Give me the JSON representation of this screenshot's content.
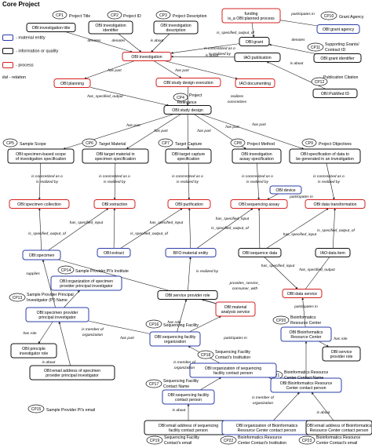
{
  "title": "Core Project",
  "legend": [
    {
      "label": "- material entity",
      "color": "#2b3ea8"
    },
    {
      "label": "- information or quality",
      "color": "#111111"
    },
    {
      "label": "- process",
      "color": "#d42020"
    },
    {
      "label": "- relation",
      "prefix": "ital"
    }
  ],
  "nodes": [
    {
      "id": "cp1",
      "lines": [
        "CP1"
      ],
      "kind": "cp"
    },
    {
      "id": "cp2",
      "lines": [
        "CP2"
      ],
      "kind": "cp"
    },
    {
      "id": "cp3",
      "lines": [
        "CP3"
      ],
      "kind": "cp"
    },
    {
      "id": "cp4",
      "lines": [
        "CP4"
      ],
      "kind": "cp"
    },
    {
      "id": "cp5",
      "lines": [
        "CP5"
      ],
      "kind": "cp"
    },
    {
      "id": "cp6",
      "lines": [
        "CP6"
      ],
      "kind": "cp"
    },
    {
      "id": "cp7",
      "lines": [
        "CP7"
      ],
      "kind": "cp"
    },
    {
      "id": "cp8",
      "lines": [
        "CP8"
      ],
      "kind": "cp"
    },
    {
      "id": "cp9",
      "lines": [
        "CP9"
      ],
      "kind": "cp"
    },
    {
      "id": "cp10",
      "lines": [
        "CP10"
      ],
      "kind": "cp"
    },
    {
      "id": "cp11",
      "lines": [
        "CP11"
      ],
      "kind": "cp"
    },
    {
      "id": "cp12",
      "lines": [
        "CP12"
      ],
      "kind": "cp"
    },
    {
      "id": "cp13",
      "lines": [
        "CP13"
      ],
      "kind": "cp"
    },
    {
      "id": "cp14",
      "lines": [
        "CP14"
      ],
      "kind": "cp"
    },
    {
      "id": "cp15",
      "lines": [
        "CP15"
      ],
      "kind": "cp"
    },
    {
      "id": "cp16",
      "lines": [
        "CP16"
      ],
      "kind": "cp"
    },
    {
      "id": "cp17",
      "lines": [
        "CP17"
      ],
      "kind": "cp"
    },
    {
      "id": "cp18",
      "lines": [
        "CP18"
      ],
      "kind": "cp"
    },
    {
      "id": "cp19",
      "lines": [
        "CP19"
      ],
      "kind": "cp"
    },
    {
      "id": "cp20",
      "lines": [
        "CP20"
      ],
      "kind": "cp"
    },
    {
      "id": "cp21",
      "lines": [
        "CP21"
      ],
      "kind": "cp"
    },
    {
      "id": "cp22",
      "lines": [
        "CP22"
      ],
      "kind": "cp"
    },
    {
      "id": "cp23",
      "lines": [
        "CP23"
      ],
      "kind": "cp"
    },
    {
      "id": "inv_title",
      "lines": [
        "OBI:investigation title"
      ],
      "kind": "info"
    },
    {
      "id": "inv_id",
      "lines": [
        "OBI:investigation",
        "identifier"
      ],
      "kind": "info"
    },
    {
      "id": "inv_desc",
      "lines": [
        "OBI:investigation",
        "description"
      ],
      "kind": "info"
    },
    {
      "id": "funding",
      "lines": [
        "funding",
        "is_a OBI:planned process"
      ],
      "kind": "process"
    },
    {
      "id": "grant_agency",
      "lines": [
        "OBI:grant agency"
      ],
      "kind": "material"
    },
    {
      "id": "grant",
      "lines": [
        "OBI:grant"
      ],
      "kind": "info"
    },
    {
      "id": "grant_id",
      "lines": [
        "OBI:grant identifier"
      ],
      "kind": "info"
    },
    {
      "id": "investigation",
      "lines": [
        "OBI:investigation"
      ],
      "kind": "process"
    },
    {
      "id": "publication",
      "lines": [
        "IAO:publication"
      ],
      "kind": "info"
    },
    {
      "id": "planning",
      "lines": [
        "OBI:planning"
      ],
      "kind": "process"
    },
    {
      "id": "study_exec",
      "lines": [
        "OBI:study design execution"
      ],
      "kind": "process"
    },
    {
      "id": "documenting",
      "lines": [
        "IAO:documenting"
      ],
      "kind": "process"
    },
    {
      "id": "pubmed",
      "lines": [
        "OBI:PubMed ID"
      ],
      "kind": "info"
    },
    {
      "id": "study_design",
      "lines": [
        "OBI:study design"
      ],
      "kind": "info"
    },
    {
      "id": "spec_based",
      "lines": [
        "OBI:specimen-based scope",
        "of investigation specification"
      ],
      "kind": "info"
    },
    {
      "id": "target_spec",
      "lines": [
        "OBI:target material in",
        "specimen specification"
      ],
      "kind": "info"
    },
    {
      "id": "capture_spec",
      "lines": [
        "OBI:target capture",
        "specification"
      ],
      "kind": "info"
    },
    {
      "id": "assay_spec",
      "lines": [
        "OBI:investigation",
        "assay specification"
      ],
      "kind": "info"
    },
    {
      "id": "data_spec",
      "lines": [
        "OBI:specification of data to",
        "be generated in an investigation"
      ],
      "kind": "info"
    },
    {
      "id": "device",
      "lines": [
        "OBI:device"
      ],
      "kind": "material"
    },
    {
      "id": "spec_collection",
      "lines": [
        "OBI:specimen collection"
      ],
      "kind": "process"
    },
    {
      "id": "extraction",
      "lines": [
        "OBI:extraction"
      ],
      "kind": "process"
    },
    {
      "id": "purification",
      "lines": [
        "OBI:purification"
      ],
      "kind": "process"
    },
    {
      "id": "seq_assay",
      "lines": [
        "OBI:sequencing assay"
      ],
      "kind": "process"
    },
    {
      "id": "data_transform",
      "lines": [
        "OBI:data transformation"
      ],
      "kind": "process"
    },
    {
      "id": "specimen",
      "lines": [
        "OBI:specimen"
      ],
      "kind": "material"
    },
    {
      "id": "extract",
      "lines": [
        "OBI:extract"
      ],
      "kind": "material"
    },
    {
      "id": "bfo_material",
      "lines": [
        "BFO:material entity"
      ],
      "kind": "material"
    },
    {
      "id": "seq_data",
      "lines": [
        "OBI:sequence data"
      ],
      "kind": "info"
    },
    {
      "id": "iao_data",
      "lines": [
        "IAO:data item"
      ],
      "kind": "info"
    },
    {
      "id": "prov_inst",
      "lines": [
        "OBI:organization of specimen",
        "provider principal investigator"
      ],
      "kind": "material"
    },
    {
      "id": "service_role",
      "lines": [
        "OBI:service provider role"
      ],
      "kind": "info"
    },
    {
      "id": "mat_service",
      "lines": [
        "OBI:material",
        "analysis service"
      ],
      "kind": "process"
    },
    {
      "id": "data_service",
      "lines": [
        "OBI:data service"
      ],
      "kind": "process"
    },
    {
      "id": "prov_pi",
      "lines": [
        "OBI:specimen provider",
        "principal investigator"
      ],
      "kind": "material"
    },
    {
      "id": "pi_role",
      "lines": [
        "OBI:principle",
        "investigator role"
      ],
      "kind": "info"
    },
    {
      "id": "seq_facility",
      "lines": [
        "OBI:sequencing facility",
        "organization"
      ],
      "kind": "material"
    },
    {
      "id": "bioinf_org",
      "lines": [
        "OBI:Bioinformatics",
        "Resource Center"
      ],
      "kind": "material"
    },
    {
      "id": "sp_role2",
      "lines": [
        "OBI:service",
        "provider role"
      ],
      "kind": "info"
    },
    {
      "id": "pi_email",
      "lines": [
        "OBI:email address of specimen",
        "provider principal investigator"
      ],
      "kind": "info"
    },
    {
      "id": "org_seq_contact",
      "lines": [
        "OBI:organization of sequencing",
        "facility contact person"
      ],
      "kind": "material"
    },
    {
      "id": "bioinf_contact",
      "lines": [
        "OBI:Bioinformatics Resource",
        "Center contact person"
      ],
      "kind": "material"
    },
    {
      "id": "seq_contact",
      "lines": [
        "OBI:sequencing facility",
        "contact person"
      ],
      "kind": "material"
    },
    {
      "id": "email_seq",
      "lines": [
        "OBI:email address of sequencing",
        "facility contact person"
      ],
      "kind": "info"
    },
    {
      "id": "org_bioinf_contact",
      "lines": [
        "OBI:organization of Bioinformatics",
        "Resource Center contact person"
      ],
      "kind": "material"
    },
    {
      "id": "email_bioinf",
      "lines": [
        "OBI:email address of Bioinformatics",
        "Resource Center contact person"
      ],
      "kind": "info"
    }
  ],
  "labels": [
    {
      "id": "l_project_title",
      "text": "Project Title",
      "kind": "cp"
    },
    {
      "id": "l_project_id",
      "text": "Project ID",
      "kind": "cp"
    },
    {
      "id": "l_project_desc",
      "text": "Project Description",
      "kind": "cp"
    },
    {
      "id": "l_grant_agency",
      "text": "Grant Agency",
      "kind": "cp"
    },
    {
      "id": "l_supporting",
      "text": "Supporting Grants/",
      "kind": "cp"
    },
    {
      "id": "l_contract",
      "text": "Contract ID",
      "kind": "cp"
    },
    {
      "id": "l_pub_citation",
      "text": "Publication Citation",
      "kind": "cp"
    },
    {
      "id": "l_project",
      "text": "Project",
      "kind": "cp"
    },
    {
      "id": "l_relevance",
      "text": "Relevance",
      "kind": "cp"
    },
    {
      "id": "l_sample_scope",
      "text": "Sample Scope",
      "kind": "cp"
    },
    {
      "id": "l_target_material",
      "text": "Target Material",
      "kind": "cp"
    },
    {
      "id": "l_target_capture",
      "text": "Target Capture",
      "kind": "cp"
    },
    {
      "id": "l_project_method",
      "text": "Project Method",
      "kind": "cp"
    },
    {
      "id": "l_project_objectives",
      "text": "Project Objectives",
      "kind": "cp"
    },
    {
      "id": "l_sp_pi_inst",
      "text": "Sample Provider PI's Institute",
      "kind": "cp"
    },
    {
      "id": "l_sp_pi1",
      "text": "Sample Provider Principal",
      "kind": "cp"
    },
    {
      "id": "l_sp_pi2",
      "text": "Investigator (PI) Name",
      "kind": "cp"
    },
    {
      "id": "l_sp_email",
      "text": "Sample Provider PI's email",
      "kind": "cp"
    },
    {
      "id": "l_seq_fac",
      "text": "Sequencing Facility",
      "kind": "cp"
    },
    {
      "id": "l_seq_fac_c1",
      "text": "Sequencing Facility",
      "kind": "cp"
    },
    {
      "id": "l_seq_fac_c2",
      "text": "Contact's Institution",
      "kind": "cp"
    },
    {
      "id": "l_seq_fac_n1",
      "text": "Sequencing Facility",
      "kind": "cp"
    },
    {
      "id": "l_seq_fac_n2",
      "text": "Contact Name",
      "kind": "cp"
    },
    {
      "id": "l_seq_fac_e1",
      "text": "Sequencing Facility",
      "kind": "cp"
    },
    {
      "id": "l_seq_fac_e2",
      "text": "Contact's email",
      "kind": "cp"
    },
    {
      "id": "l_bioinf1",
      "text": "Bioinformatics",
      "kind": "cp"
    },
    {
      "id": "l_bioinf2",
      "text": "Resource Center",
      "kind": "cp"
    },
    {
      "id": "l_brc_contact1",
      "text": "Bioinformatics Resource",
      "kind": "cp"
    },
    {
      "id": "l_brc_contact2",
      "text": "Center Contact Name",
      "kind": "cp"
    },
    {
      "id": "l_brc_inst1",
      "text": "Bioinformatics Resource",
      "kind": "cp"
    },
    {
      "id": "l_brc_inst2",
      "text": "Center Contact's Institution",
      "kind": "cp"
    },
    {
      "id": "l_brc_email1",
      "text": "Bioinformatics Resource",
      "kind": "cp"
    },
    {
      "id": "l_brc_email2",
      "text": "Center Contact's email",
      "kind": "cp"
    },
    {
      "id": "r_denotes1",
      "text": "denotes",
      "kind": "rel"
    },
    {
      "id": "r_denotes2",
      "text": "denotes",
      "kind": "rel"
    },
    {
      "id": "r_is_about1",
      "text": "is about",
      "kind": "rel"
    },
    {
      "id": "r_participates1",
      "text": "participates in",
      "kind": "rel"
    },
    {
      "id": "r_iso_out1",
      "text": "is_specified_output_of",
      "kind": "rel"
    },
    {
      "id": "r_concr1a",
      "text": "is concretized as o",
      "kind": "rel"
    },
    {
      "id": "r_concr1b",
      "text": "is realized by",
      "kind": "rel"
    },
    {
      "id": "r_denotes3",
      "text": "denotes",
      "kind": "rel"
    },
    {
      "id": "r_is_about2",
      "text": "is about",
      "kind": "rel"
    },
    {
      "id": "r_is_about3",
      "text": "is about",
      "kind": "rel"
    },
    {
      "id": "r_has_part1",
      "text": "has part",
      "kind": "rel"
    },
    {
      "id": "r_has_part2",
      "text": "has part",
      "kind": "rel"
    },
    {
      "id": "r_has_out1",
      "text": "has_specified_output",
      "kind": "rel"
    },
    {
      "id": "r_realizes1",
      "text": "realizes",
      "kind": "rel"
    },
    {
      "id": "r_realizes2",
      "text": "concretizes",
      "kind": "rel"
    },
    {
      "id": "r_hp3",
      "text": "has part",
      "kind": "rel"
    },
    {
      "id": "r_hp4",
      "text": "has part",
      "kind": "rel"
    },
    {
      "id": "r_hp5",
      "text": "has part",
      "kind": "rel"
    },
    {
      "id": "r_hp6",
      "text": "has part",
      "kind": "rel"
    },
    {
      "id": "r_hp7",
      "text": "has part",
      "kind": "rel"
    },
    {
      "id": "r_c2a",
      "text": "is concretized as o",
      "kind": "rel"
    },
    {
      "id": "r_c2b",
      "text": "is realized by",
      "kind": "rel"
    },
    {
      "id": "r_c3a",
      "text": "is concretized as o",
      "kind": "rel"
    },
    {
      "id": "r_c3b",
      "text": "is realized by",
      "kind": "rel"
    },
    {
      "id": "r_c4a",
      "text": "is concretized as o",
      "kind": "rel"
    },
    {
      "id": "r_c4b",
      "text": "is realized by",
      "kind": "rel"
    },
    {
      "id": "r_c5a",
      "text": "is concretized as o",
      "kind": "rel"
    },
    {
      "id": "r_c5b",
      "text": "is realized by",
      "kind": "rel"
    },
    {
      "id": "r_c6a",
      "text": "is concretized as o",
      "kind": "rel"
    },
    {
      "id": "r_c6b",
      "text": "is realized by",
      "kind": "rel"
    },
    {
      "id": "r_part_dev",
      "text": "participates in",
      "kind": "rel"
    },
    {
      "id": "r_iso2",
      "text": "is_specified_output_of",
      "kind": "rel"
    },
    {
      "id": "r_iso3",
      "text": "is_specified_output_of",
      "kind": "rel"
    },
    {
      "id": "r_iso4",
      "text": "is_specified_output_of",
      "kind": "rel"
    },
    {
      "id": "r_iso5",
      "text": "is_specified_output_of",
      "kind": "rel"
    },
    {
      "id": "r_hsi1",
      "text": "has_specified_input",
      "kind": "rel"
    },
    {
      "id": "r_hsi2",
      "text": "has_specified_input",
      "kind": "rel"
    },
    {
      "id": "r_hsi3",
      "text": "has_specified_input",
      "kind": "rel"
    },
    {
      "id": "r_hsi4",
      "text": "has_specified_input",
      "kind": "rel"
    },
    {
      "id": "r_hsi5",
      "text": "has_specified_input",
      "kind": "rel"
    },
    {
      "id": "r_hso_data",
      "text": "has_specified_output",
      "kind": "rel"
    },
    {
      "id": "r_supplies",
      "text": "supplies",
      "kind": "rel"
    },
    {
      "id": "r_realized_by",
      "text": "is realized by",
      "kind": "rel"
    },
    {
      "id": "r_provides1",
      "text": "provides_service_",
      "kind": "rel"
    },
    {
      "id": "r_provides2",
      "text": "consumer_with",
      "kind": "rel"
    },
    {
      "id": "r_has_part8",
      "text": "has part",
      "kind": "rel"
    },
    {
      "id": "r_is_member1",
      "text": "is member of",
      "kind": "rel"
    },
    {
      "id": "r_is_member1b",
      "text": "organization",
      "kind": "rel"
    },
    {
      "id": "r_has_role1",
      "text": "has role",
      "kind": "rel"
    },
    {
      "id": "r_is_about4",
      "text": "is about",
      "kind": "rel"
    },
    {
      "id": "r_has_role2",
      "text": "has role",
      "kind": "rel"
    },
    {
      "id": "r_participates2",
      "text": "participates in",
      "kind": "rel"
    },
    {
      "id": "r_participates3",
      "text": "participates in",
      "kind": "rel"
    },
    {
      "id": "r_has_role3",
      "text": "has role",
      "kind": "rel"
    },
    {
      "id": "r_is_member2",
      "text": "is member of",
      "kind": "rel"
    },
    {
      "id": "r_is_member2b",
      "text": "organization",
      "kind": "rel"
    },
    {
      "id": "r_is_member3",
      "text": "is member of",
      "kind": "rel"
    },
    {
      "id": "r_is_member3b",
      "text": "organization",
      "kind": "rel"
    },
    {
      "id": "r_is_about5",
      "text": "is about",
      "kind": "rel"
    },
    {
      "id": "r_is_about6",
      "text": "is about",
      "kind": "rel"
    }
  ],
  "colors": {
    "material": "#2b3ea8",
    "info": "#111111",
    "process": "#d42020",
    "edge": "#222222"
  }
}
